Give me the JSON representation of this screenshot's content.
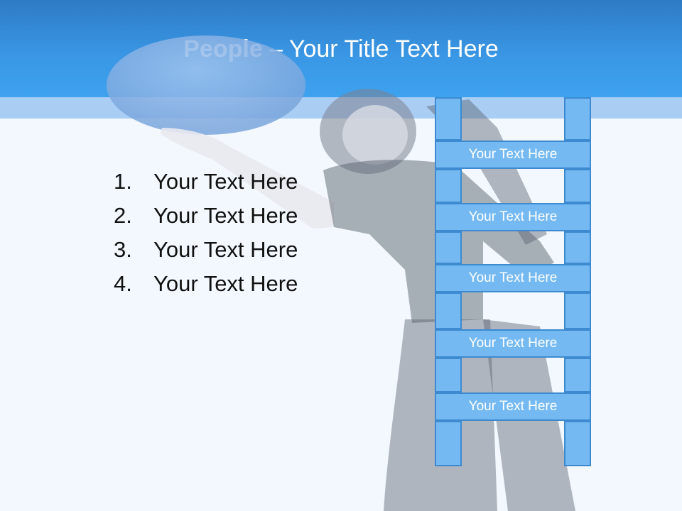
{
  "title": {
    "bold": "People",
    "rest": " – Your Title Text Here"
  },
  "list": [
    {
      "num": "1.",
      "text": "Your Text Here"
    },
    {
      "num": "2.",
      "text": "Your Text Here"
    },
    {
      "num": "3.",
      "text": "Your Text Here"
    },
    {
      "num": "4.",
      "text": "Your Text Here"
    }
  ],
  "ladder_rungs": [
    "Your Text Here",
    "Your Text Here",
    "Your Text Here",
    "Your Text Here",
    "Your Text Here"
  ],
  "colors": {
    "title_bar": "#3a98e6",
    "ladder": "#74b9f2",
    "ladder_border": "#3d8ad0",
    "background": "#f2f8fd"
  }
}
